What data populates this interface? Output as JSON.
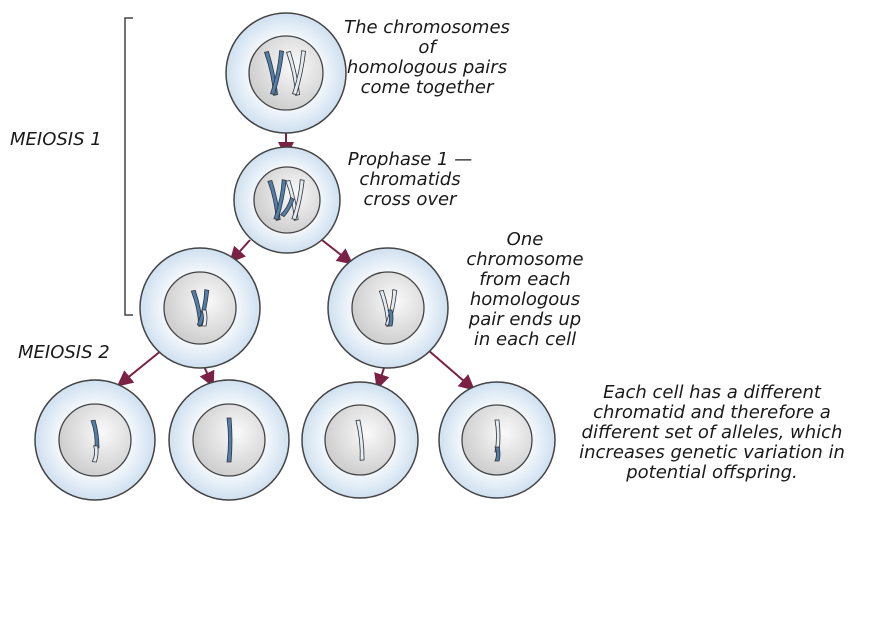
{
  "labels": {
    "meiosis1": "MEIOSIS 1",
    "meiosis2": "MEIOSIS 2",
    "step1": "The chromosomes of\nhomologous pairs\ncome together",
    "step2": "Prophase 1 —\nchromatids\ncross over",
    "step3": "One\nchromosome\nfrom each\nhomologous\npair ends up\nin each cell",
    "step4": "Each cell has a different\nchromatid and therefore a\ndifferent set of alleles, which\nincreases genetic variation in\npotential offspring."
  },
  "colors": {
    "arrow": "#7a2145",
    "chromosome_dark": "#4f7fae",
    "chromosome_light": "#e4ecf3",
    "cell": "#dbe8f4",
    "nucleus": "#e6e6e6"
  }
}
